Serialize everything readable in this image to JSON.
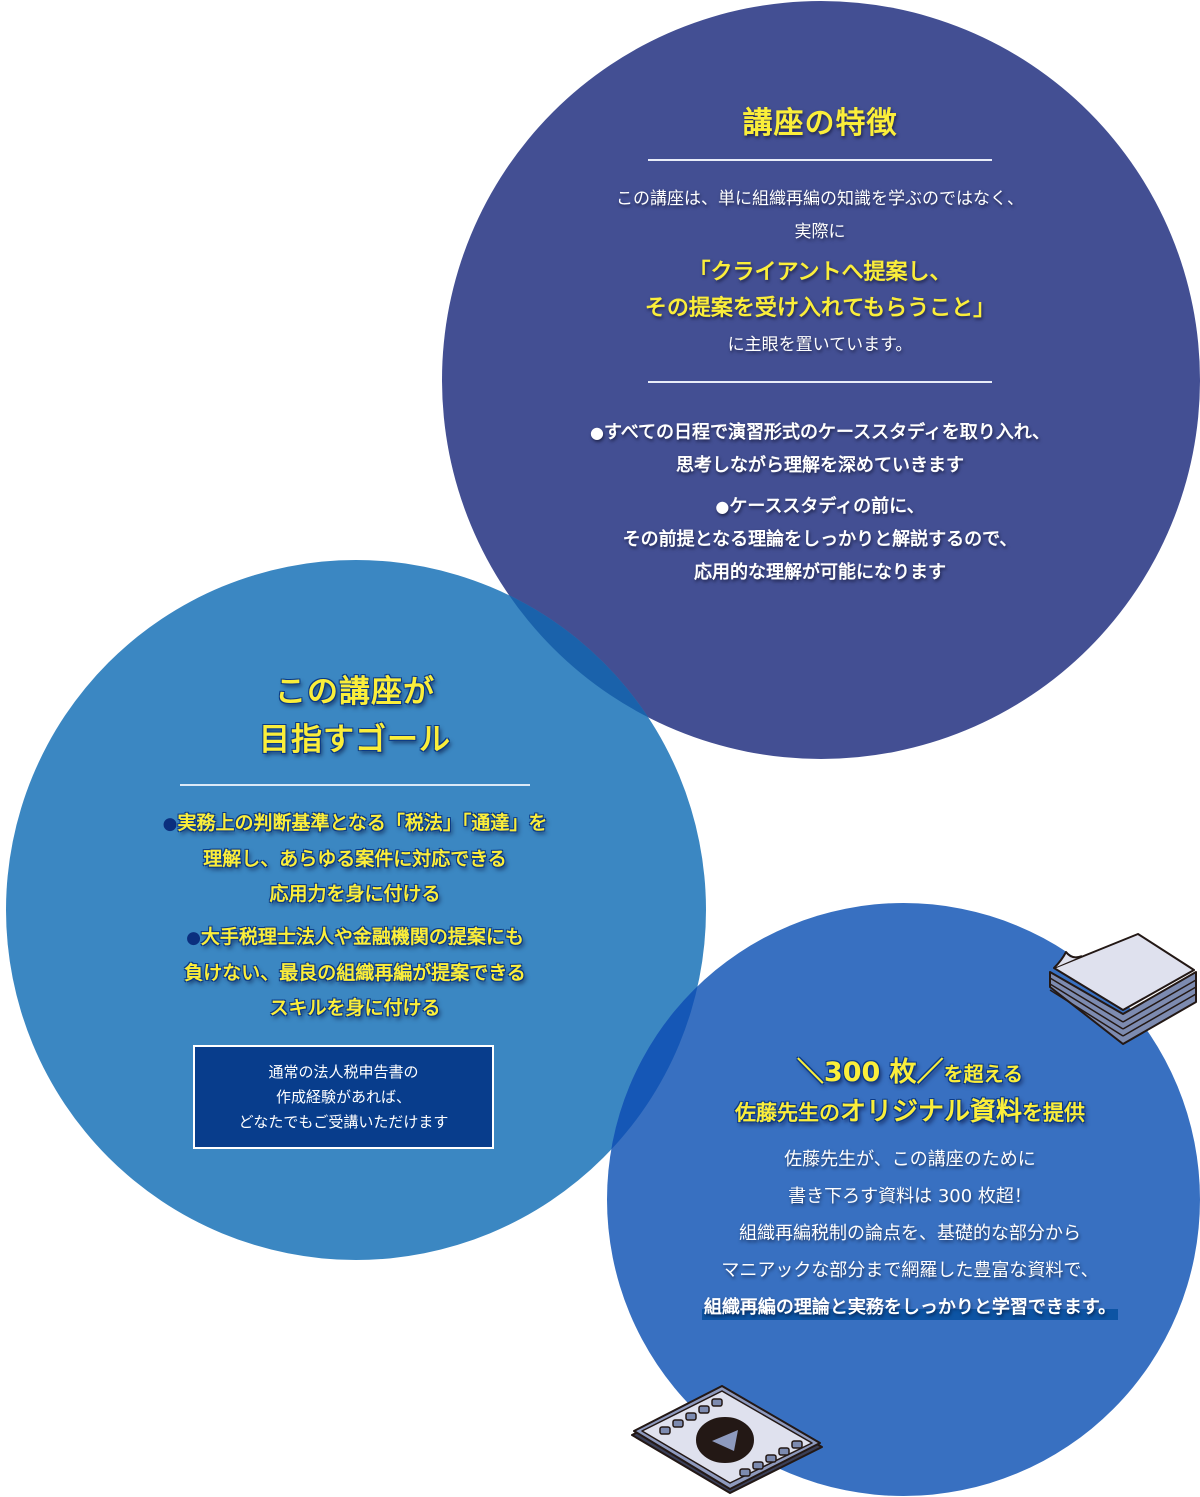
{
  "features": {
    "title": "講座の特徴",
    "intro_lines": [
      "この講座は、単に組織再編の知識を学ぶのではなく、",
      "実際に"
    ],
    "quote_lines": [
      "「クライアントへ提案し、",
      "その提案を受け入れてもらうこと」"
    ],
    "after": "に主眼を置いています。",
    "bullets": [
      {
        "bullet": "●",
        "lines": [
          "すべての日程で演習形式のケーススタディを取り入れ、",
          "思考しながら理解を深めていきます"
        ]
      },
      {
        "bullet": "●",
        "lines": [
          "ケーススタディの前に、",
          "その前提となる理論をしっかりと解説するので、",
          "応用的な理解が可能になります"
        ]
      }
    ]
  },
  "goals": {
    "title_lines": [
      "この講座が",
      "目指すゴール"
    ],
    "bullets": [
      {
        "bullet": "●",
        "lines": [
          "実務上の判断基準となる「税法」「通達」を",
          "理解し、あらゆる案件に対応できる",
          "応用力を身に付ける"
        ]
      },
      {
        "bullet": "●",
        "lines": [
          "大手税理士法人や金融機関の提案にも",
          "負けない、最良の組織再編が提案できる",
          "スキルを身に付ける"
        ]
      }
    ],
    "requirement_lines": [
      "通常の法人税申告書の",
      "作成経験があれば、",
      "どなたでもご受講いただけます"
    ]
  },
  "materials": {
    "headline": {
      "slash_left": "＼",
      "count": "300 枚",
      "slash_right": "／",
      "suffix": "を超える"
    },
    "subheadline": {
      "prefix": "佐藤先生の",
      "emphasis": "オリジナル資料",
      "suffix": "を提供"
    },
    "body_lines": [
      "佐藤先生が、この講座のために",
      "書き下ろす資料は 300 枚超！",
      "組織再編税制の論点を、基礎的な部分から",
      "マニアックな部分まで網羅した豊富な資料で、"
    ],
    "highlight": "組織再編の理論と実務をしっかりと学習できます。"
  },
  "icons": {
    "paper_stack": "paper-stack-icon",
    "video_tablet": "video-tablet-icon"
  },
  "colors": {
    "features_circle": "#434f93",
    "goals_circle": "#3b87c2",
    "materials_circle": "#3870c1",
    "accent_yellow": "#fbee3a",
    "requirement_box": "#083d8c"
  }
}
